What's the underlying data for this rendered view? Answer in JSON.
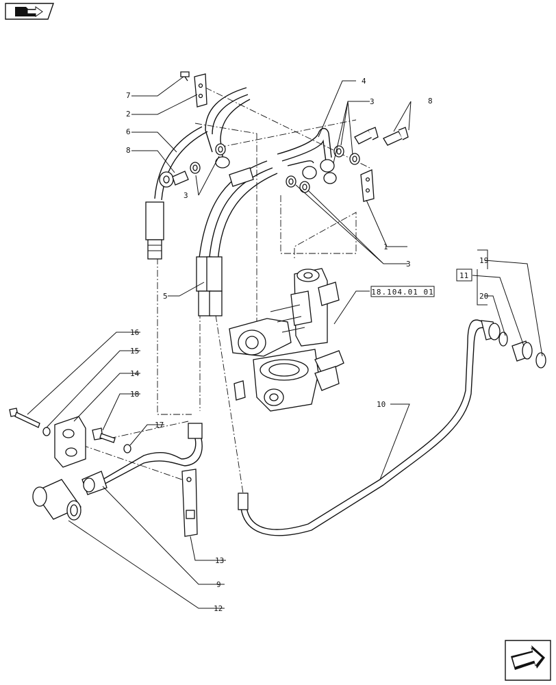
{
  "diagram": {
    "reference_code": "18.104.01 01",
    "callouts": [
      "1",
      "2",
      "3",
      "3",
      "3",
      "4",
      "5",
      "6",
      "7",
      "8",
      "8",
      "9",
      "10",
      "11",
      "12",
      "13",
      "14",
      "15",
      "16",
      "17",
      "18",
      "19",
      "20"
    ]
  },
  "nav": {
    "top_icon": "folder-arrow-icon",
    "bottom_icon": "next-page-arrow-icon"
  }
}
